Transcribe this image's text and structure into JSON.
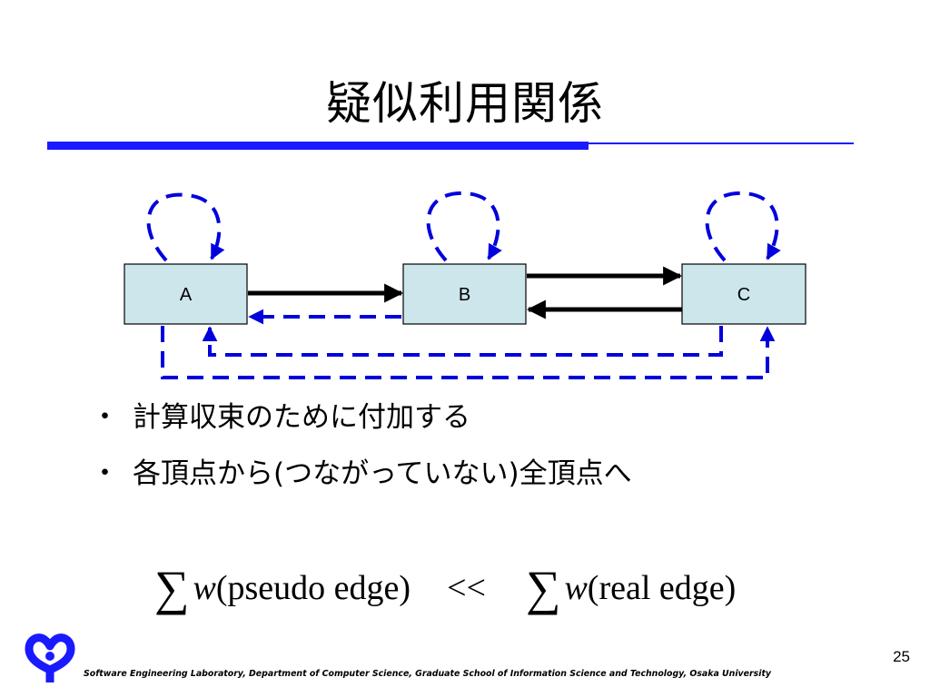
{
  "title": "疑似利用関係",
  "colors": {
    "accent_blue": "#1a1aff",
    "node_fill": "#cce6ec",
    "solid_edge": "#000000",
    "dashed_edge": "#0000dd"
  },
  "diagram": {
    "nodes": [
      {
        "id": "A",
        "label": "A"
      },
      {
        "id": "B",
        "label": "B"
      },
      {
        "id": "C",
        "label": "C"
      }
    ],
    "real_edges": [
      {
        "from": "A",
        "to": "B"
      },
      {
        "from": "B",
        "to": "C"
      },
      {
        "from": "C",
        "to": "B"
      }
    ],
    "pseudo_edges": [
      {
        "from": "A",
        "to": "A"
      },
      {
        "from": "B",
        "to": "B"
      },
      {
        "from": "C",
        "to": "C"
      },
      {
        "from": "B",
        "to": "A"
      },
      {
        "from": "C",
        "to": "A"
      },
      {
        "from": "A",
        "to": "C"
      }
    ]
  },
  "bullets": [
    {
      "marker": "・",
      "text": "計算収束のために付加する"
    },
    {
      "marker": "・",
      "text": "各頂点から(つながっていない)全頂点へ"
    }
  ],
  "formula": {
    "sigma": "∑",
    "w": "w",
    "left_arg": "(pseudo edge)",
    "operator": "<<",
    "right_arg": "(real edge)"
  },
  "page_number": "25",
  "footer": "Software Engineering Laboratory, Department of Computer Science, Graduate School of Information Science and Technology, Osaka University",
  "logo_icon": "osaka-university-logo"
}
